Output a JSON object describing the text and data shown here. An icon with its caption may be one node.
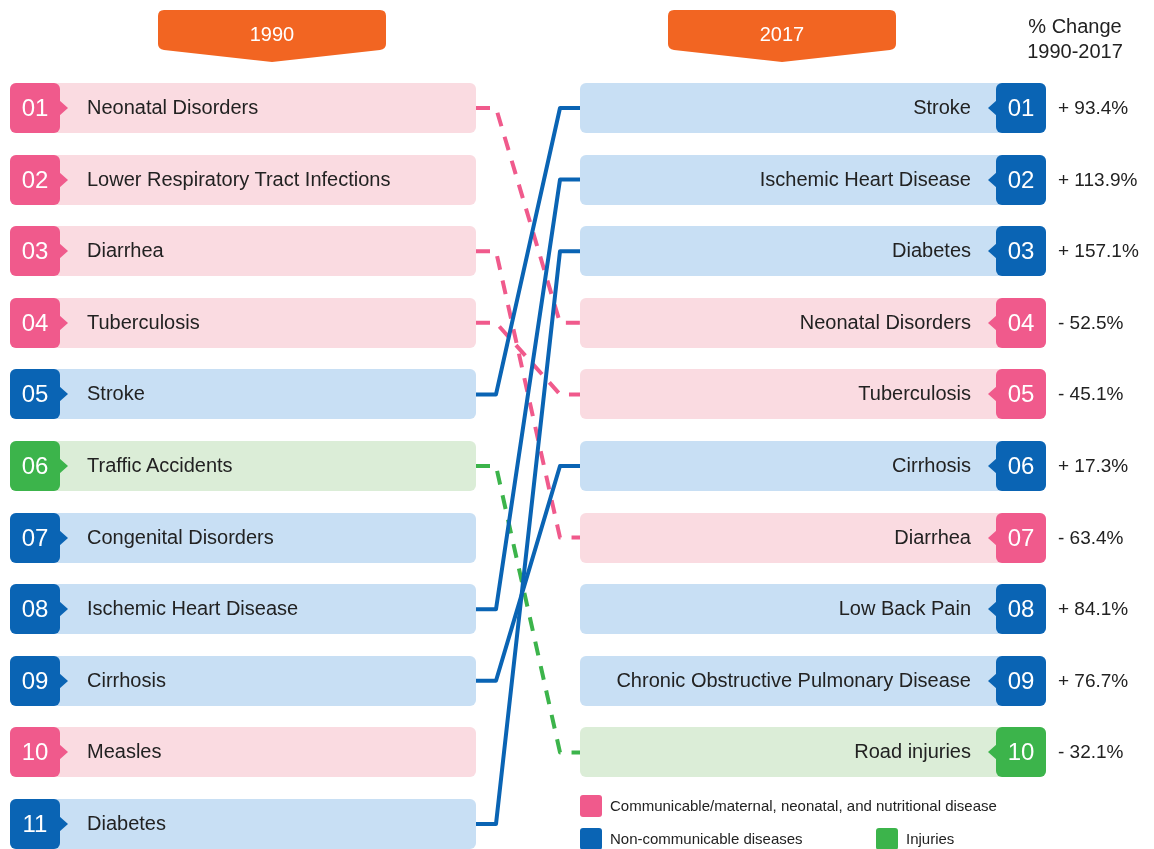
{
  "diagram": {
    "nodes": [
      {
        "text": [
          "1990"
        ]
      },
      {
        "text": [
          "2017"
        ]
      },
      {
        "text": [
          "01",
          "Neonatal Disorders"
        ]
      },
      {
        "text": [
          "02",
          "Lower Respiratory Tract Infections"
        ]
      },
      {
        "text": [
          "03",
          "Diarrhea"
        ]
      },
      {
        "text": [
          "04",
          "Tuberculosis"
        ]
      },
      {
        "text": [
          "05",
          "Stroke"
        ]
      },
      {
        "text": [
          "06",
          "Traffic Accidents"
        ]
      },
      {
        "text": [
          "07",
          "Congenital Disorders"
        ]
      },
      {
        "text": [
          "08",
          "Ischemic Heart Disease"
        ]
      },
      {
        "text": [
          "09",
          "Cirrhosis"
        ]
      },
      {
        "text": [
          "10",
          "Measles"
        ]
      },
      {
        "text": [
          "11",
          "Diabetes"
        ]
      },
      {
        "text": [
          "Stroke",
          "01"
        ],
        "beside": [
          "+ 93.4%"
        ]
      },
      {
        "text": [
          "Ischemic Heart Disease",
          "02"
        ],
        "beside": [
          "+ 113.9%"
        ]
      },
      {
        "text": [
          "Diabetes",
          "03"
        ],
        "beside": [
          "+ 157.1%"
        ]
      },
      {
        "text": [
          "Neonatal Disorders",
          "04"
        ],
        "beside": [
          "- 52.5%"
        ]
      },
      {
        "text": [
          "Tuberculosis",
          "05"
        ],
        "beside": [
          "- 45.1%"
        ]
      },
      {
        "text": [
          "Cirrhosis",
          "06"
        ],
        "beside": [
          "+ 17.3%"
        ]
      },
      {
        "text": [
          "Diarrhea",
          "07"
        ],
        "beside": [
          "- 63.4%"
        ]
      },
      {
        "text": [
          "Low Back Pain",
          "08"
        ],
        "beside": [
          "+ 84.1%"
        ]
      },
      {
        "text": [
          "Chronic Obstructive Pulmonary Disease",
          "09"
        ],
        "beside": [
          "+ 76.7%"
        ]
      },
      {
        "text": [
          "Road injuries",
          "10"
        ],
        "beside": [
          "- 32.1%"
        ]
      }
    ],
    "edges": [
      {
        "from": 2,
        "to": 16,
        "arrow": "none",
        "style": "dashed",
        "color": "#f05a8c"
      },
      {
        "from": 4,
        "to": 19,
        "arrow": "none",
        "style": "dashed",
        "color": "#f05a8c"
      },
      {
        "from": 5,
        "to": 17,
        "arrow": "none",
        "style": "dashed",
        "color": "#f05a8c"
      },
      {
        "from": 6,
        "to": 13,
        "arrow": "none"
      },
      {
        "from": 7,
        "to": 22,
        "arrow": "none",
        "style": "dashed",
        "color": "#3cb44b"
      },
      {
        "from": 9,
        "to": 14,
        "arrow": "none"
      },
      {
        "from": 10,
        "to": 18,
        "arrow": "none"
      },
      {
        "from": 12,
        "to": 15,
        "arrow": "none"
      }
    ],
    "labels": [
      "% Change 1990-2017"
    ],
    "legend": [
      {
        "text": "Communicable/maternal, neonatal, and nutritional disease",
        "color": "#f05a8c"
      },
      {
        "text": "Non-communicable diseases",
        "color": "#0a64b4"
      },
      {
        "text": "Injuries",
        "color": "#3cb44b"
      }
    ]
  }
}
